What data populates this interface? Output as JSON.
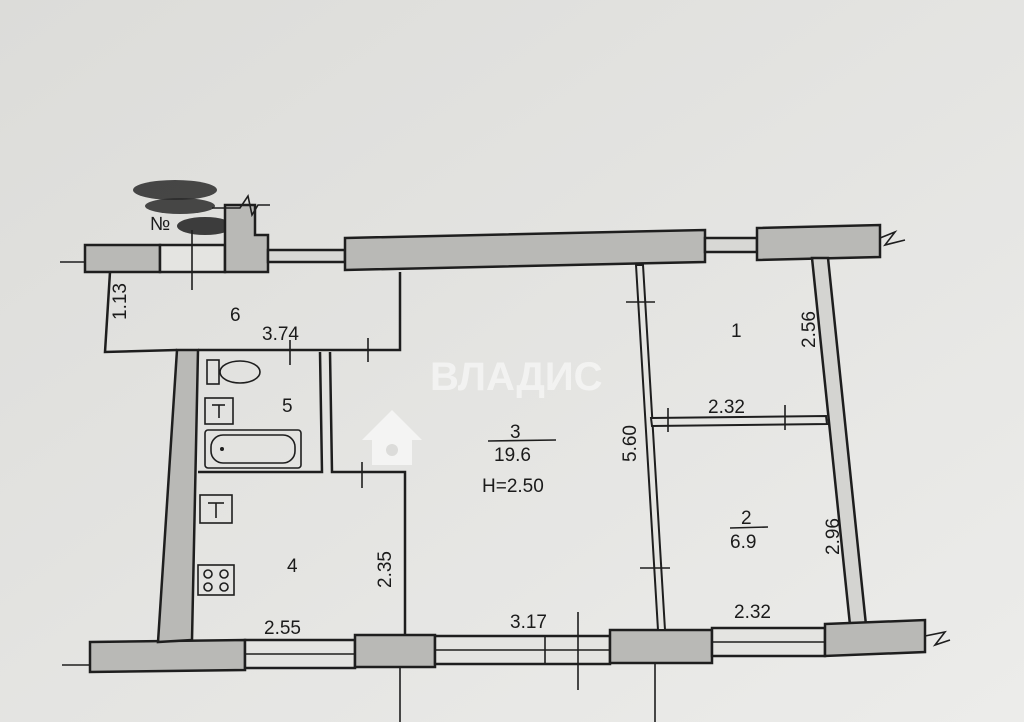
{
  "plan": {
    "apartment_number_label": "№",
    "watermark": "ВЛАДИС",
    "rooms": [
      {
        "number": "1",
        "dim_width": "2.32",
        "dim_length": "2.56"
      },
      {
        "number": "2",
        "area": "6.9",
        "dim_width": "2.32",
        "dim_length": "2.96"
      },
      {
        "number": "3",
        "area": "19.6",
        "height": "H=2.50",
        "dim_width": "3.17",
        "dim_length": "5.60"
      },
      {
        "number": "4",
        "dim_width": "2.55",
        "dim_length": "2.35"
      },
      {
        "number": "5"
      },
      {
        "number": "6",
        "dim_width": "3.74",
        "dim_length": "1.13"
      }
    ]
  }
}
